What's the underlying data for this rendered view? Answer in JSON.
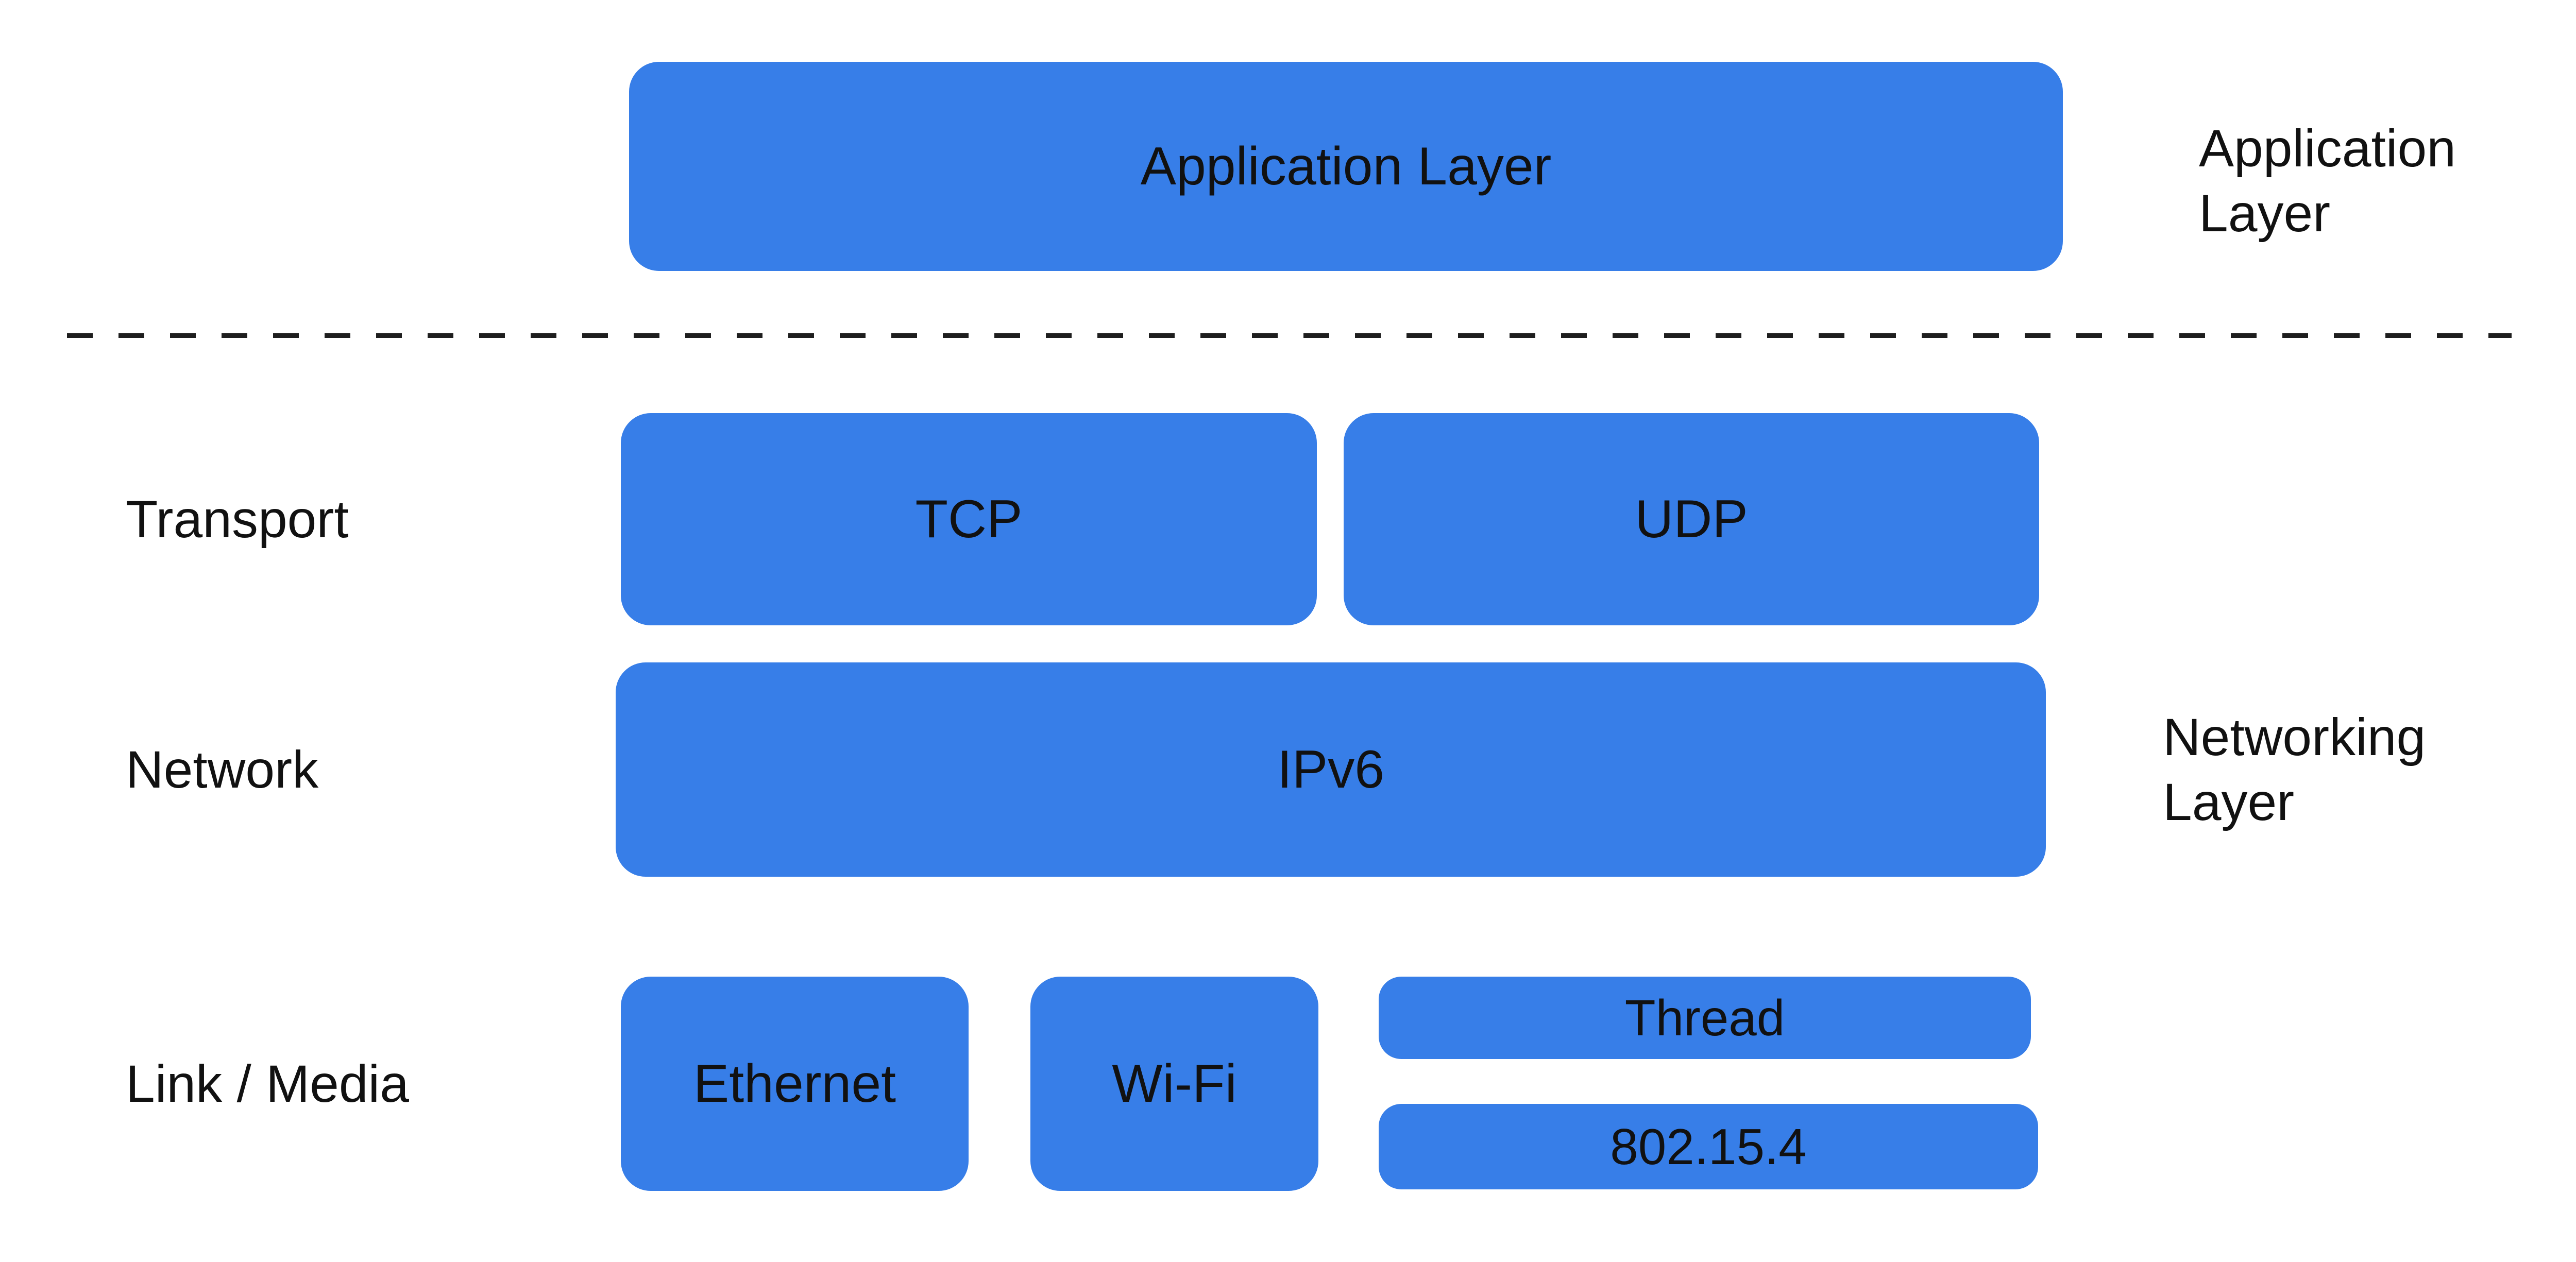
{
  "colors": {
    "box_blue": "#377ee8",
    "text": "#111111",
    "dash": "#1e1e1e",
    "background": "#ffffff"
  },
  "application": {
    "box_label": "Application Layer",
    "side_label_lines": [
      "Application",
      "Layer"
    ]
  },
  "transport": {
    "row_label": "Transport",
    "tcp": "TCP",
    "udp": "UDP"
  },
  "network": {
    "row_label": "Network",
    "ipv6": "IPv6",
    "side_label_lines": [
      "Networking",
      "Layer"
    ]
  },
  "link": {
    "row_label": "Link / Media",
    "ethernet": "Ethernet",
    "wifi": "Wi-Fi",
    "thread": "Thread",
    "ieee_802_15_4": "802.15.4"
  }
}
